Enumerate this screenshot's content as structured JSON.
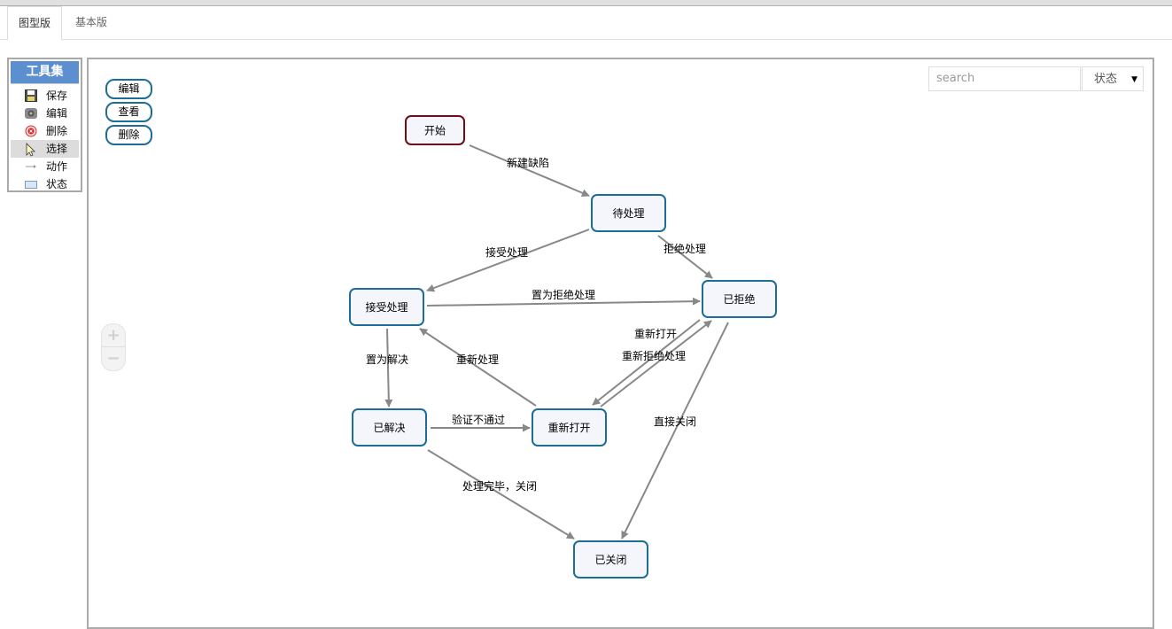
{
  "tabs": [
    {
      "label": "图型版",
      "active": true
    },
    {
      "label": "基本版",
      "active": false
    }
  ],
  "toolbox": {
    "title": "工具集",
    "items": [
      {
        "label": "保存",
        "icon": "save-icon"
      },
      {
        "label": "编辑",
        "icon": "edit-icon"
      },
      {
        "label": "删除",
        "icon": "delete-icon"
      },
      {
        "label": "选择",
        "icon": "cursor-icon",
        "selected": true
      },
      {
        "label": "动作",
        "icon": "arrow-icon"
      },
      {
        "label": "状态",
        "icon": "state-box-icon"
      }
    ]
  },
  "actions": {
    "edit": "编辑",
    "view": "查看",
    "delete": "删除"
  },
  "search": {
    "placeholder": "search",
    "type_select": "状态"
  },
  "zoom": {
    "in": "+",
    "out": "−"
  },
  "colors": {
    "node_border": "#1e6d96",
    "start_border": "#6b0f14",
    "node_fill": "#f4f6fc",
    "edge": "#888888",
    "toolbox_header": "#5b8fd0"
  },
  "graph": {
    "nodes": [
      {
        "id": "start",
        "label": "开始"
      },
      {
        "id": "pending",
        "label": "待处理"
      },
      {
        "id": "accepted",
        "label": "接受处理"
      },
      {
        "id": "rejected",
        "label": "已拒绝"
      },
      {
        "id": "resolved",
        "label": "已解决"
      },
      {
        "id": "reopened",
        "label": "重新打开"
      },
      {
        "id": "closed",
        "label": "已关闭"
      }
    ],
    "edges": [
      {
        "from": "start",
        "to": "pending",
        "label": "新建缺陷"
      },
      {
        "from": "pending",
        "to": "accepted",
        "label": "接受处理"
      },
      {
        "from": "pending",
        "to": "rejected",
        "label": "拒绝处理"
      },
      {
        "from": "accepted",
        "to": "rejected",
        "label": "置为拒绝处理"
      },
      {
        "from": "accepted",
        "to": "resolved",
        "label": "置为解决"
      },
      {
        "from": "reopened",
        "to": "accepted",
        "label": "重新处理"
      },
      {
        "from": "rejected",
        "to": "reopened",
        "label": "重新打开"
      },
      {
        "from": "reopened",
        "to": "rejected",
        "label": "重新拒绝处理"
      },
      {
        "from": "resolved",
        "to": "reopened",
        "label": "验证不通过"
      },
      {
        "from": "rejected",
        "to": "closed",
        "label": "直接关闭"
      },
      {
        "from": "resolved",
        "to": "closed",
        "label": "处理完毕，关闭"
      }
    ]
  }
}
